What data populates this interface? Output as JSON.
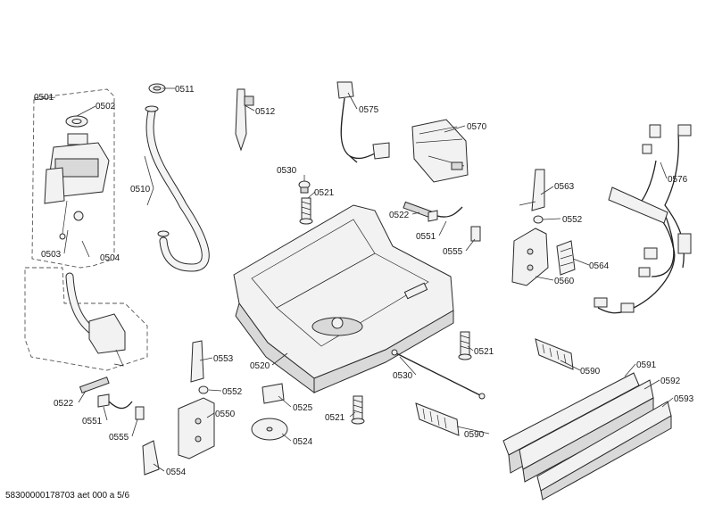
{
  "footer_code": "58300000178703 aet 000 a 5/6",
  "labels": {
    "p0501": "0501",
    "p0502": "0502",
    "p0503": "0503",
    "p0504": "0504",
    "p0510": "0510",
    "p0511": "0511",
    "p0512": "0512",
    "p0520": "0520",
    "p0521a": "0521",
    "p0521b": "0521",
    "p0521c": "0521",
    "p0522a": "0522",
    "p0522b": "0522",
    "p0524": "0524",
    "p0525": "0525",
    "p0530a": "0530",
    "p0530b": "0530",
    "p0550": "0550",
    "p0551a": "0551",
    "p0551b": "0551",
    "p0552a": "0552",
    "p0552b": "0552",
    "p0553": "0553",
    "p0554": "0554",
    "p0555a": "0555",
    "p0555b": "0555",
    "p0560": "0560",
    "p0563": "0563",
    "p0564": "0564",
    "p0570": "0570",
    "p0575": "0575",
    "p0576": "0576",
    "p0590a": "0590",
    "p0590b": "0590",
    "p0591": "0591",
    "p0592": "0592",
    "p0593": "0593"
  }
}
